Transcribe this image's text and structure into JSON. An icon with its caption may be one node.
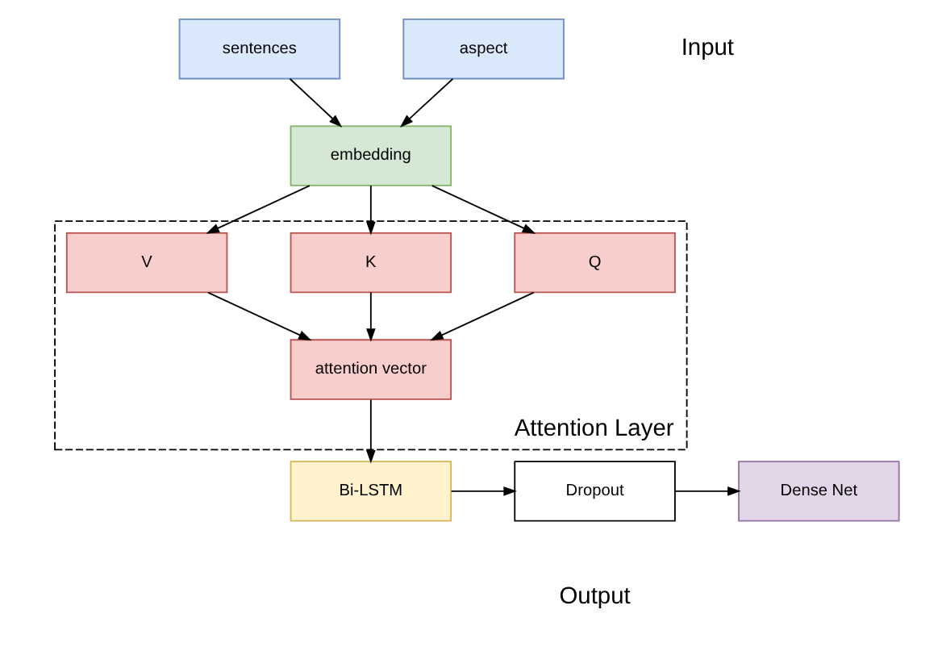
{
  "diagram": {
    "nodes": [
      {
        "text": [
          "sentences"
        ]
      },
      {
        "text": [
          "aspect"
        ]
      },
      {
        "text": [
          "embedding"
        ]
      },
      {
        "text": [
          "Attention Layer"
        ]
      },
      {
        "text": [
          "Q"
        ],
        "in": 3
      },
      {
        "text": [
          "K"
        ],
        "in": 3
      },
      {
        "text": [
          "V"
        ],
        "in": 3
      },
      {
        "text": [
          "attention vector"
        ],
        "in": 3
      },
      {
        "text": [
          "Bi-LSTM"
        ]
      },
      {
        "text": [
          "Dropout"
        ]
      },
      {
        "text": [
          "Dense Net"
        ]
      }
    ],
    "edges": [
      {
        "from": 0,
        "to": 2,
        "arrow": "to"
      },
      {
        "from": 1,
        "to": 2,
        "arrow": "to"
      },
      {
        "from": 2,
        "to": 4,
        "arrow": "to"
      },
      {
        "from": 2,
        "to": 5,
        "arrow": "to"
      },
      {
        "from": 2,
        "to": 6,
        "arrow": "to"
      },
      {
        "from": 4,
        "to": 7,
        "arrow": "to"
      },
      {
        "from": 5,
        "to": 7,
        "arrow": "to"
      },
      {
        "from": 6,
        "to": 7,
        "arrow": "to"
      },
      {
        "from": 7,
        "to": 8,
        "arrow": "to"
      },
      {
        "from": 8,
        "to": 9,
        "arrow": "to"
      },
      {
        "from": 9,
        "to": 10,
        "arrow": "to"
      }
    ],
    "labels": [
      "Input",
      "Output"
    ]
  }
}
